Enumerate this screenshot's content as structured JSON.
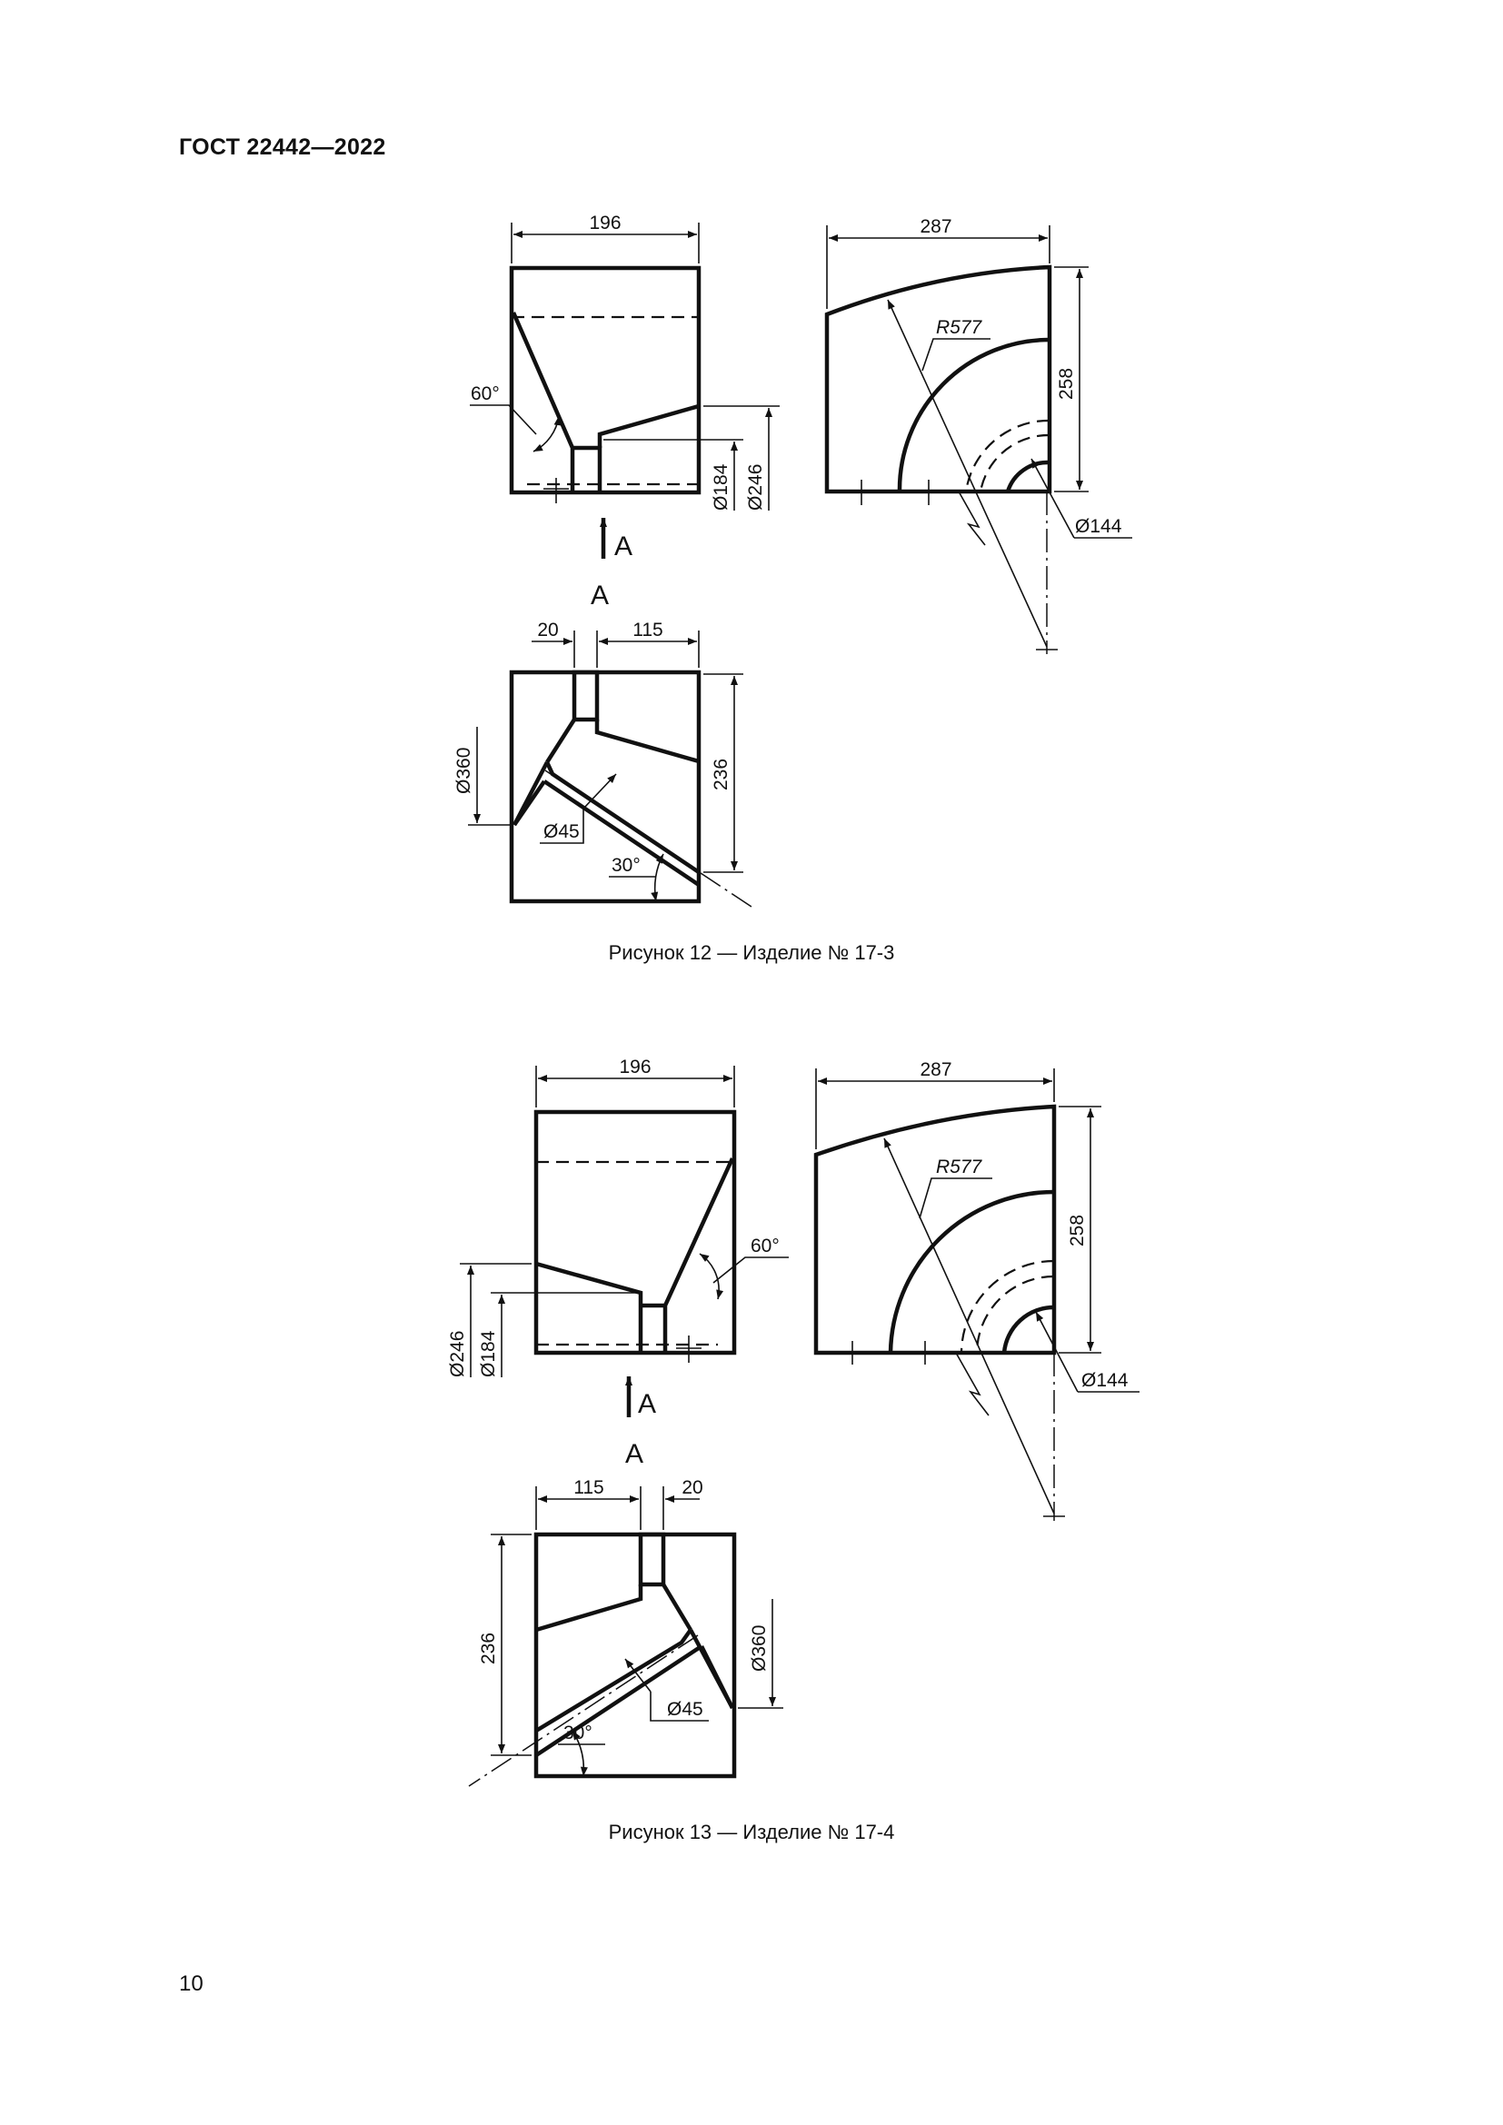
{
  "header": {
    "standard": "ГОСТ 22442—2022"
  },
  "figure12": {
    "caption": "Рисунок 12 — Изделие № 17-3",
    "front": {
      "width": "196",
      "angle": "60°",
      "d184": "Ø184",
      "d246": "Ø246",
      "arrow_label": "A"
    },
    "side": {
      "width": "287",
      "radius": "R577",
      "height": "258",
      "d144": "Ø144"
    },
    "view": {
      "title": "A",
      "w20": "20",
      "w115": "115",
      "d360": "Ø360",
      "h236": "236",
      "d45": "Ø45",
      "angle": "30°"
    }
  },
  "figure13": {
    "caption": "Рисунок 13 — Изделие № 17-4",
    "front": {
      "width": "196",
      "angle": "60°",
      "d184": "Ø184",
      "d246": "Ø246",
      "arrow_label": "A"
    },
    "side": {
      "width": "287",
      "radius": "R577",
      "height": "258",
      "d144": "Ø144"
    },
    "view": {
      "title": "A",
      "w20": "20",
      "w115": "115",
      "d360": "Ø360",
      "h236": "236",
      "d45": "Ø45",
      "angle": "30°"
    }
  },
  "footer": {
    "page_number": "10"
  }
}
